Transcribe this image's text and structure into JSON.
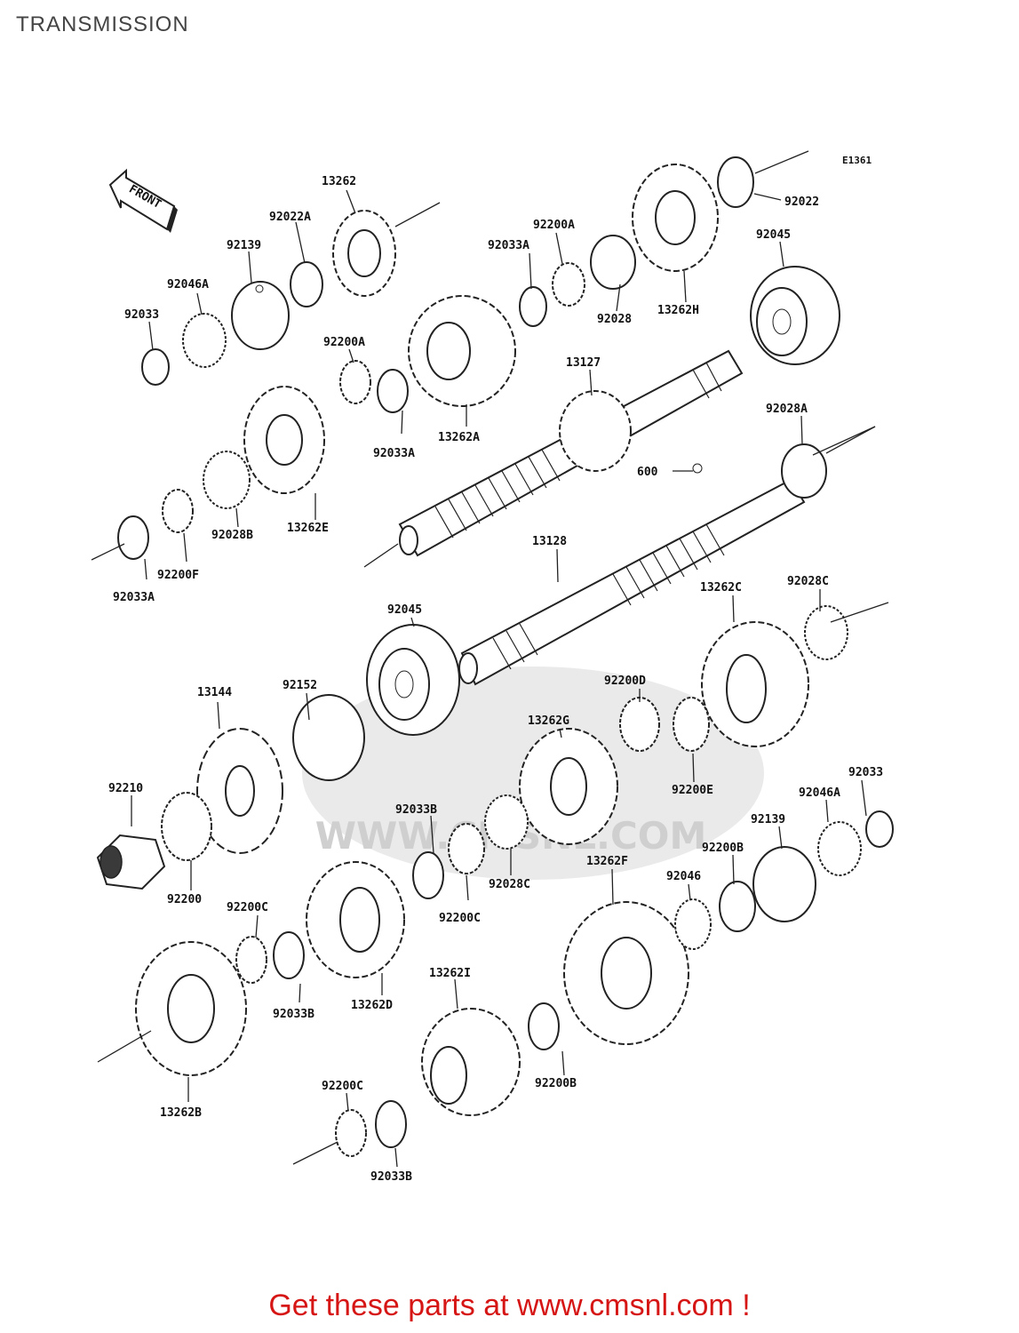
{
  "page": {
    "title": "TRANSMISSION",
    "diagram_code": "E1361",
    "front_marker": "FRONT",
    "footer_text": "Get these parts at www.cmsnl.com !",
    "watermark_text": "WWW.CMSNL.COM",
    "footer_color": "#d61515"
  },
  "parts": [
    {
      "id": "13262",
      "label": "13262"
    },
    {
      "id": "92022A",
      "label": "92022A"
    },
    {
      "id": "92139",
      "label": "92139"
    },
    {
      "id": "92046A",
      "label": "92046A"
    },
    {
      "id": "92033",
      "label": "92033"
    },
    {
      "id": "92200A",
      "label": "92200A"
    },
    {
      "id": "92033A",
      "label": "92033A"
    },
    {
      "id": "92028",
      "label": "92028"
    },
    {
      "id": "13262H",
      "label": "13262H"
    },
    {
      "id": "92022",
      "label": "92022"
    },
    {
      "id": "92045",
      "label": "92045"
    },
    {
      "id": "13127",
      "label": "13127"
    },
    {
      "id": "92200A-2",
      "label": "92200A"
    },
    {
      "id": "92033A-2",
      "label": "92033A"
    },
    {
      "id": "13262A",
      "label": "13262A"
    },
    {
      "id": "92028A",
      "label": "92028A"
    },
    {
      "id": "600",
      "label": "600"
    },
    {
      "id": "13262E",
      "label": "13262E"
    },
    {
      "id": "92028B",
      "label": "92028B"
    },
    {
      "id": "92200F",
      "label": "92200F"
    },
    {
      "id": "92033A-3",
      "label": "92033A"
    },
    {
      "id": "13128",
      "label": "13128"
    },
    {
      "id": "13262C",
      "label": "13262C"
    },
    {
      "id": "92028C",
      "label": "92028C"
    },
    {
      "id": "92045-2",
      "label": "92045"
    },
    {
      "id": "92200D",
      "label": "92200D"
    },
    {
      "id": "13144",
      "label": "13144"
    },
    {
      "id": "92152",
      "label": "92152"
    },
    {
      "id": "13262G",
      "label": "13262G"
    },
    {
      "id": "92200E",
      "label": "92200E"
    },
    {
      "id": "92033-2",
      "label": "92033"
    },
    {
      "id": "92210",
      "label": "92210"
    },
    {
      "id": "92033B",
      "label": "92033B"
    },
    {
      "id": "92046A-2",
      "label": "92046A"
    },
    {
      "id": "92139-2",
      "label": "92139"
    },
    {
      "id": "92028C-2",
      "label": "92028C"
    },
    {
      "id": "92200",
      "label": "92200"
    },
    {
      "id": "92200B",
      "label": "92200B"
    },
    {
      "id": "13262F",
      "label": "13262F"
    },
    {
      "id": "92046",
      "label": "92046"
    },
    {
      "id": "92200C",
      "label": "92200C"
    },
    {
      "id": "92200C-2",
      "label": "92200C"
    },
    {
      "id": "92033B-2",
      "label": "92033B"
    },
    {
      "id": "13262D",
      "label": "13262D"
    },
    {
      "id": "13262I",
      "label": "13262I"
    },
    {
      "id": "92200B-2",
      "label": "92200B"
    },
    {
      "id": "13262B",
      "label": "13262B"
    },
    {
      "id": "92200C-3",
      "label": "92200C"
    },
    {
      "id": "92033B-3",
      "label": "92033B"
    }
  ]
}
